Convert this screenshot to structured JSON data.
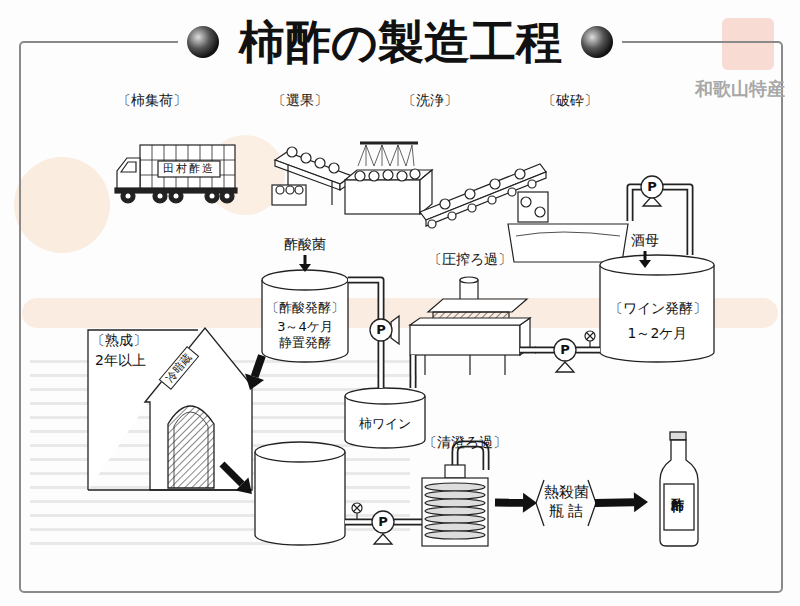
{
  "diagram": {
    "title": "柿酢の製造工程",
    "nodes": [
      {
        "text": [
          "〔柿集荷〕",
          "田村酢造"
        ]
      },
      {
        "text": [
          "〔選果〕"
        ]
      },
      {
        "text": [
          "〔洗浄〕"
        ]
      },
      {
        "text": [
          "〔破砕〕"
        ]
      },
      {
        "text": [
          "〔ワイン発酵〕",
          "1～2ケ月"
        ]
      },
      {
        "text": [
          "〔圧搾ろ過〕"
        ]
      },
      {
        "text": [
          "柿ワイン"
        ]
      },
      {
        "text": [
          "〔酢酸発酵〕",
          "3～4ケ月 静置発酵"
        ]
      },
      {
        "text": [
          "〔熟成〕",
          "2年以上",
          "冷暗蔵"
        ]
      },
      {
        "text": [
          "〔清澄ろ過〕"
        ]
      },
      {
        "text": [
          "熱殺菌 瓶 詰"
        ]
      },
      {
        "text": [
          "柿酢"
        ]
      }
    ],
    "edges": [
      {
        "from": 3,
        "to": 4,
        "arrow": "none"
      },
      {
        "from": 4,
        "to": 5,
        "arrow": "none"
      },
      {
        "from": 5,
        "to": 6,
        "arrow": "none"
      },
      {
        "from": 6,
        "to": 7,
        "arrow": "none"
      },
      {
        "from": 7,
        "to": 8,
        "arrow": "to"
      },
      {
        "from": 9,
        "to": 10,
        "arrow": "to"
      },
      {
        "from": 10,
        "to": 11,
        "arrow": "to"
      }
    ],
    "labels": [
      "和歌山特産",
      "酒母",
      "酢酸菌",
      "P",
      "P",
      "P",
      "P"
    ]
  }
}
